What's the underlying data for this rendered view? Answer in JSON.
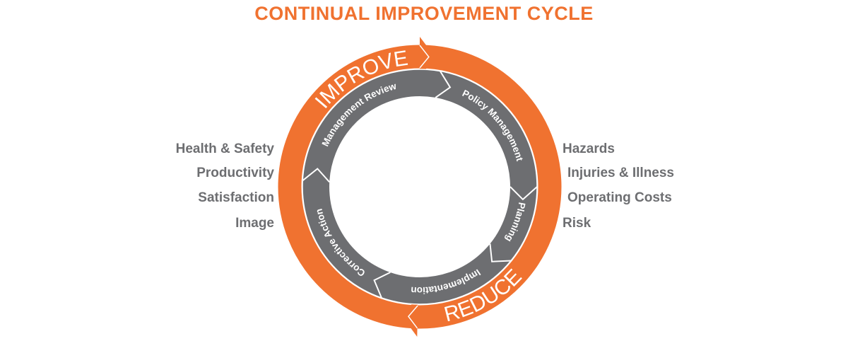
{
  "title": "CONTINUAL IMPROVEMENT CYCLE",
  "left_benefits": [
    "Health & Safety",
    "Productivity",
    "Satisfaction",
    "Image"
  ],
  "right_reductions": [
    "Hazards",
    "Injuries & Illness",
    "Operating Costs",
    "Risk"
  ],
  "outer_ring": {
    "improve_label": "IMPROVE",
    "reduce_label": "REDUCE"
  },
  "cycle_steps": [
    "Management Review",
    "Policy Management",
    "Planning",
    "Implementation",
    "Corrective Action"
  ],
  "colors": {
    "orange": "#f07230",
    "gray": "#6d6e71"
  }
}
